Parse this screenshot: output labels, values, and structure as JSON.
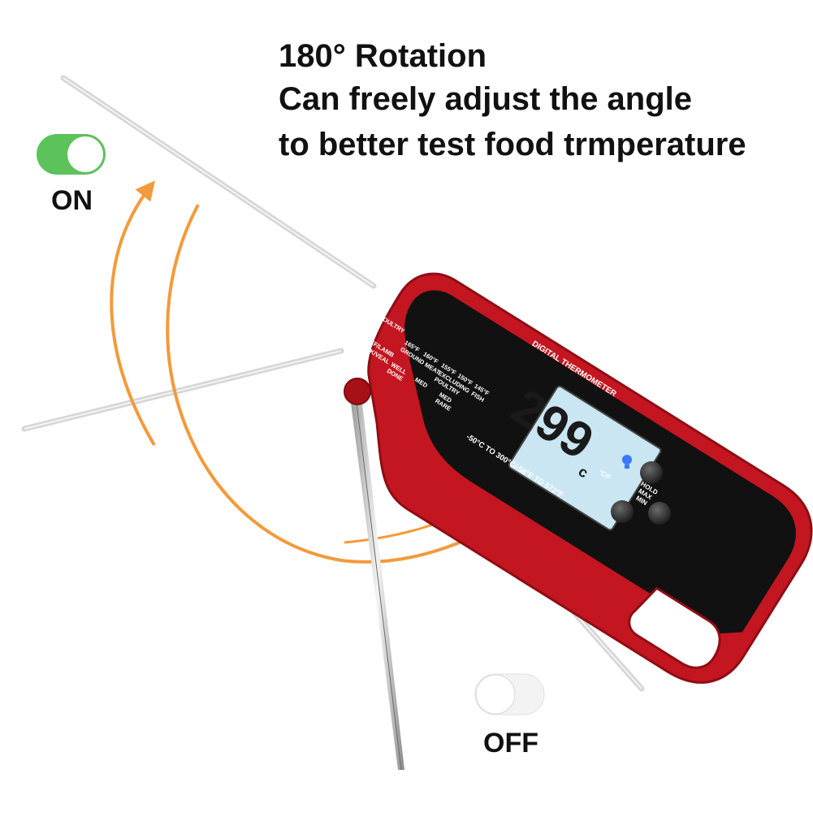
{
  "headline": {
    "title": "180° Rotation",
    "line1": "Can freely adjust the angle",
    "line2": "to better test food trmperature"
  },
  "toggle_on": {
    "label": "ON",
    "state": "on",
    "color": "#5cc25a"
  },
  "toggle_off": {
    "label": "OFF",
    "state": "off"
  },
  "colors": {
    "arrow": "#f39a3a",
    "body": "#c41620",
    "body_dark": "#8f0d14",
    "panel": "#111111",
    "lcd": "#c9e6f2"
  },
  "thermometer": {
    "guide_left": [
      "POULTRY",
      "BEEF/LAMB",
      "PORK/VEAL"
    ],
    "guide_temps_top": [
      "165°F",
      "160°F",
      "155°F",
      "150°F",
      "145°F"
    ],
    "guide_cuts_top": [
      "GROUND MEAT",
      "EXCLUDING",
      "POULTRY",
      "FISH"
    ],
    "doneness": [
      "WELL",
      "DONE",
      "MED",
      "MED",
      "RARE"
    ],
    "display_title": "DIGITAL THERMOMETER",
    "reading": "299",
    "unit": "c",
    "range_text": "-50°C TO 300°C/-58°F TO 572°F",
    "button_unit_label": "°C/F",
    "button_hold_label": "HOLD",
    "button_max_label": "MAX",
    "button_min_label": "MIN",
    "backlight_icon": "lightbulb-icon"
  }
}
